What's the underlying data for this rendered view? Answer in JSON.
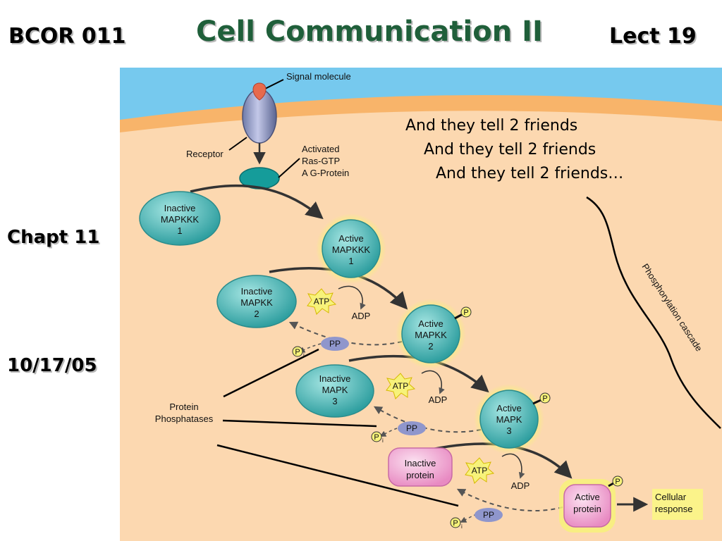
{
  "header": {
    "course": "BCOR 011",
    "title": "Cell Communication II",
    "lecture": "Lect 19"
  },
  "side": {
    "chapter": "Chapt 11",
    "date": "10/17/05"
  },
  "figure": {
    "signal_molecule": "Signal molecule",
    "receptor": "Receptor",
    "ras": [
      "Activated",
      "Ras-GTP",
      "A G-Protein"
    ],
    "inactive_mapkkk": [
      "Inactive",
      "MAPKKK",
      "1"
    ],
    "active_mapkkk": [
      "Active",
      "MAPKKK",
      "1"
    ],
    "inactive_mapkk": [
      "Inactive",
      "MAPKK",
      "2"
    ],
    "active_mapkk": [
      "Active",
      "MAPKK",
      "2"
    ],
    "inactive_mapk": [
      "Inactive",
      "MAPK",
      "3"
    ],
    "active_mapk": [
      "Active",
      "MAPK",
      "3"
    ],
    "inactive_protein": [
      "Inactive",
      "protein"
    ],
    "active_protein": [
      "Active",
      "protein"
    ],
    "atp": "ATP",
    "adp": "ADP",
    "pp": "PP",
    "p": "P",
    "pi_sub": "i",
    "phosphatases": [
      "Protein",
      "Phosphatases"
    ],
    "cellular_response": [
      "Cellular",
      "response"
    ],
    "cascade": "Phosphorylation cascade",
    "friends": [
      "And they tell 2 friends",
      "And they tell 2 friends",
      "And they tell 2 friends…"
    ]
  },
  "colors": {
    "title": "#1f5f3a",
    "membrane": "#f8b46a",
    "cytoplasm": "#fcd8b0",
    "extracellular": "#76c9ee",
    "enzyme": "#5cbfbe",
    "glow": "#f7f27a",
    "pp": "#8f96cc",
    "protein": "#f4b3d8",
    "response_box": "#fbf38a"
  }
}
